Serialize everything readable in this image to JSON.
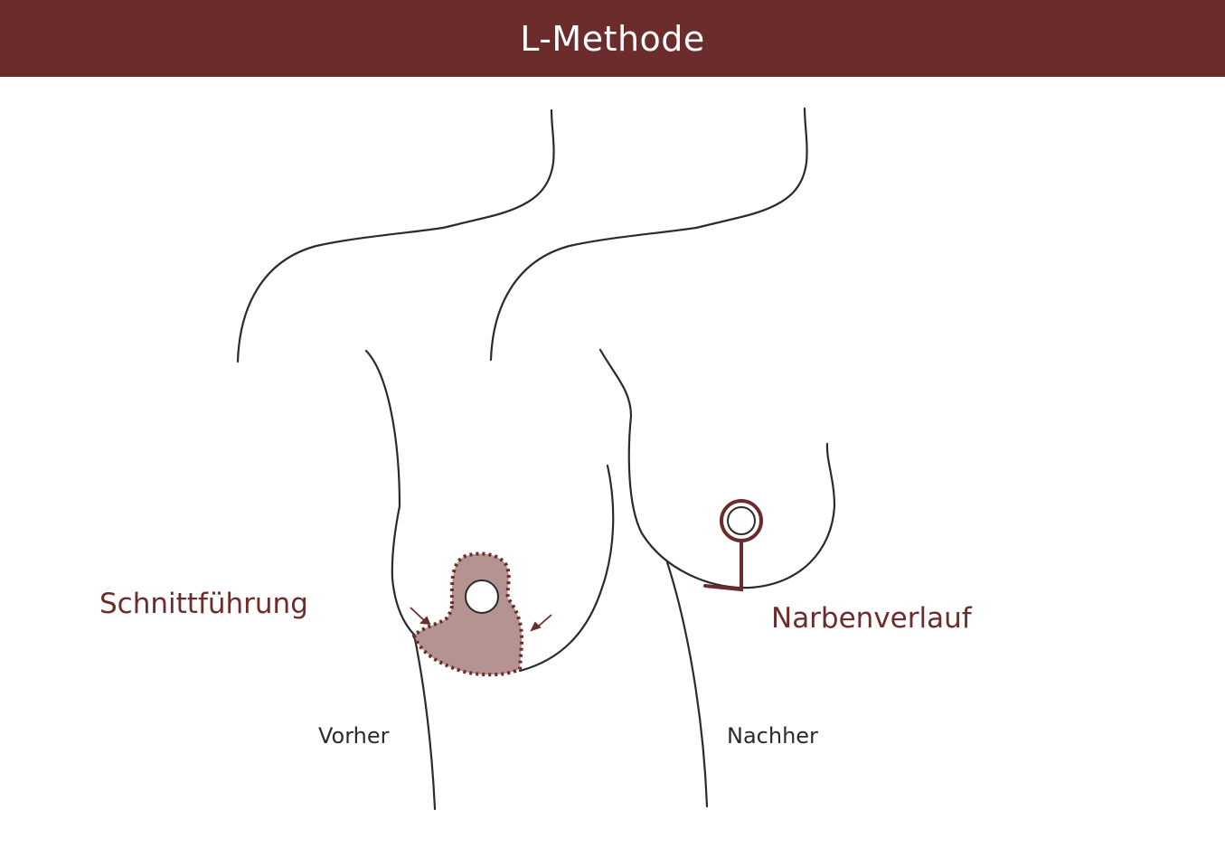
{
  "header": {
    "title": "L-Methode"
  },
  "labels": {
    "incision": "Schnittführung",
    "scar": "Narbenverlauf",
    "before": "Vorher",
    "after": "Nachher"
  },
  "colors": {
    "accent": "#6d2c2c",
    "incision_fill": "#b49391",
    "outline": "#2b2b2b",
    "background": "#ffffff"
  }
}
